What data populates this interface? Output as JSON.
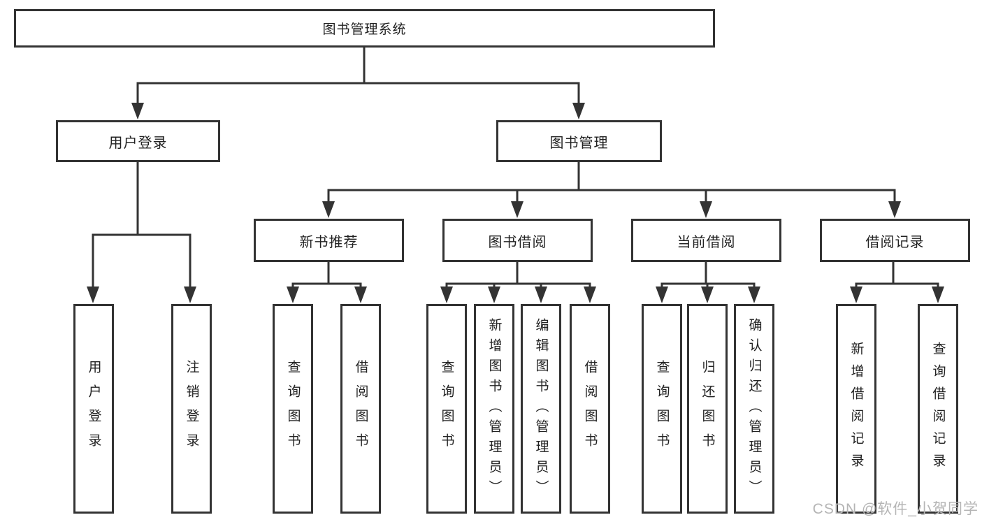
{
  "root": {
    "label": "图书管理系统"
  },
  "level2": [
    {
      "label": "用户登录"
    },
    {
      "label": "图书管理"
    }
  ],
  "level3": [
    {
      "label": "新书推荐"
    },
    {
      "label": "图书借阅"
    },
    {
      "label": "当前借阅"
    },
    {
      "label": "借阅记录"
    }
  ],
  "leaves": [
    {
      "label": "用户登录"
    },
    {
      "label": "注销登录"
    },
    {
      "label": "查询图书"
    },
    {
      "label": "借阅图书"
    },
    {
      "label": "查询图书"
    },
    {
      "label": "新增图书（管理员）"
    },
    {
      "label": "编辑图书（管理员）"
    },
    {
      "label": "借阅图书"
    },
    {
      "label": "查询图书"
    },
    {
      "label": "归还图书"
    },
    {
      "label": "确认归还（管理员）"
    },
    {
      "label": "新增借阅记录"
    },
    {
      "label": "查询借阅记录"
    }
  ],
  "watermark": {
    "text": "CSDN @软件_小贺同学"
  },
  "colors": {
    "line": "#333333",
    "box_border": "#333333",
    "text": "#222222",
    "watermark": "#b5b5b5",
    "background": "#ffffff"
  }
}
